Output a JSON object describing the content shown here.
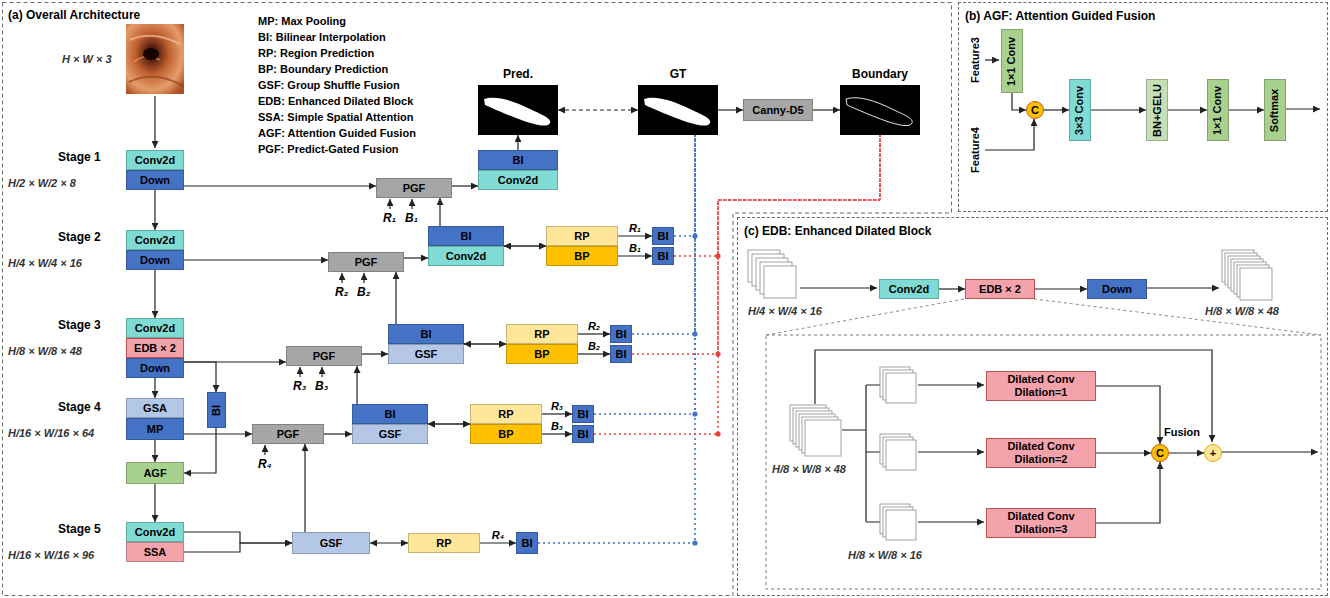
{
  "diagram": {
    "nodes": [
      {
        "text": [
          "(a) Overall Architecture"
        ]
      },
      {
        "text": [
          "Pred."
        ],
        "in": 0
      },
      {
        "text": [
          "GT"
        ],
        "in": 0
      },
      {
        "text": [
          "Canny-D5"
        ],
        "in": 0
      },
      {
        "text": [
          "Boundary"
        ],
        "in": 0
      },
      {
        "text": [
          "Conv2d"
        ],
        "in": 0
      },
      {
        "text": [
          "Down"
        ],
        "in": 0
      },
      {
        "text": [
          "PGF"
        ],
        "in": 0
      },
      {
        "text": [
          "BI"
        ],
        "in": 0
      },
      {
        "text": [
          "Conv2d"
        ],
        "in": 0
      },
      {
        "text": [
          "Conv2d"
        ],
        "in": 0
      },
      {
        "text": [
          "Down"
        ],
        "in": 0
      },
      {
        "text": [
          "PGF"
        ],
        "in": 0
      },
      {
        "text": [
          "BI"
        ],
        "in": 0
      },
      {
        "text": [
          "Conv2d"
        ],
        "in": 0
      },
      {
        "text": [
          "RP"
        ],
        "in": 0
      },
      {
        "text": [
          "BP"
        ],
        "in": 0
      },
      {
        "text": [
          "BI"
        ],
        "in": 0
      },
      {
        "text": [
          "BI"
        ],
        "in": 0
      },
      {
        "text": [
          "Conv2d"
        ],
        "in": 0
      },
      {
        "text": [
          "EDB × 2"
        ],
        "in": 0
      },
      {
        "text": [
          "Down"
        ],
        "in": 0
      },
      {
        "text": [
          "PGF"
        ],
        "in": 0
      },
      {
        "text": [
          "BI"
        ],
        "in": 0
      },
      {
        "text": [
          "GSF"
        ],
        "in": 0
      },
      {
        "text": [
          "RP"
        ],
        "in": 0
      },
      {
        "text": [
          "BP"
        ],
        "in": 0
      },
      {
        "text": [
          "BI"
        ],
        "in": 0
      },
      {
        "text": [
          "BI"
        ],
        "in": 0
      },
      {
        "text": [
          "GSA"
        ],
        "in": 0
      },
      {
        "text": [
          "MP"
        ],
        "in": 0
      },
      {
        "text": [
          "BI"
        ],
        "in": 0
      },
      {
        "text": [
          "PGF"
        ],
        "in": 0
      },
      {
        "text": [
          "BI"
        ],
        "in": 0
      },
      {
        "text": [
          "GSF"
        ],
        "in": 0
      },
      {
        "text": [
          "RP"
        ],
        "in": 0
      },
      {
        "text": [
          "BP"
        ],
        "in": 0
      },
      {
        "text": [
          "BI"
        ],
        "in": 0
      },
      {
        "text": [
          "BI"
        ],
        "in": 0
      },
      {
        "text": [
          "AGF"
        ],
        "in": 0
      },
      {
        "text": [
          "Conv2d"
        ],
        "in": 0
      },
      {
        "text": [
          "SSA"
        ],
        "in": 0
      },
      {
        "text": [
          "GSF"
        ],
        "in": 0
      },
      {
        "text": [
          "RP"
        ],
        "in": 0
      },
      {
        "text": [
          "BI"
        ],
        "in": 0
      },
      {
        "text": [
          "(b) AGF: Attention Guided Fusion"
        ]
      },
      {
        "text": [
          "1×1 Conv"
        ],
        "in": 45
      },
      {
        "text": [
          "C"
        ],
        "in": 45
      },
      {
        "text": [
          "3×3 Conv"
        ],
        "in": 45
      },
      {
        "text": [
          "BN+GELU"
        ],
        "in": 45
      },
      {
        "text": [
          "1×1 Conv"
        ],
        "in": 45
      },
      {
        "text": [
          "Softmax"
        ],
        "in": 45
      },
      {
        "text": [
          "(c) EDB: Enhanced Dilated Block"
        ]
      },
      {
        "text": [
          "Conv2d"
        ],
        "in": 52
      },
      {
        "text": [
          "EDB × 2"
        ],
        "in": 52
      },
      {
        "text": [
          "Down"
        ],
        "in": 52
      },
      {
        "text": [
          "Dilated Conv Dilation=1"
        ],
        "in": 52
      },
      {
        "text": [
          "Dilated Conv Dilation=2"
        ],
        "in": 52
      },
      {
        "text": [
          "Dilated Conv Dilation=3"
        ],
        "in": 52
      },
      {
        "text": [
          "C"
        ],
        "in": 52
      },
      {
        "text": [
          "+"
        ],
        "in": 52
      }
    ],
    "edges": [
      {
        "from": 6,
        "to": 10,
        "arrow": "to"
      },
      {
        "from": 11,
        "to": 19,
        "arrow": "to"
      },
      {
        "from": 21,
        "to": 29,
        "arrow": "to"
      },
      {
        "from": 21,
        "to": 31,
        "arrow": "to"
      },
      {
        "from": 30,
        "to": 39,
        "arrow": "to"
      },
      {
        "from": 31,
        "to": 39,
        "arrow": "to"
      },
      {
        "from": 39,
        "to": 40,
        "arrow": "to"
      },
      {
        "from": 6,
        "to": 7,
        "arrow": "to"
      },
      {
        "from": 11,
        "to": 12,
        "arrow": "to"
      },
      {
        "from": 21,
        "to": 22,
        "arrow": "to"
      },
      {
        "from": 30,
        "to": 32,
        "arrow": "to"
      },
      {
        "from": 40,
        "to": 42,
        "arrow": "to"
      },
      {
        "from": 41,
        "to": 42,
        "arrow": "to"
      },
      {
        "from": 42,
        "to": 32,
        "arrow": "to"
      },
      {
        "from": 32,
        "to": 34,
        "arrow": "to"
      },
      {
        "from": 33,
        "to": 22,
        "arrow": "to"
      },
      {
        "from": 22,
        "to": 24,
        "arrow": "to"
      },
      {
        "from": 23,
        "to": 12,
        "arrow": "to"
      },
      {
        "from": 12,
        "to": 14,
        "arrow": "to"
      },
      {
        "from": 13,
        "to": 7,
        "arrow": "to"
      },
      {
        "from": 7,
        "to": 9,
        "arrow": "to"
      },
      {
        "from": 8,
        "to": 1,
        "arrow": "to"
      },
      {
        "from": 1,
        "to": 2,
        "arrow": "both"
      },
      {
        "from": 2,
        "to": 3,
        "arrow": "to"
      },
      {
        "from": 3,
        "to": 4,
        "arrow": "to"
      },
      {
        "from": 14,
        "to": 15,
        "arrow": "both"
      },
      {
        "from": 14,
        "to": 16,
        "arrow": "both"
      },
      {
        "from": 15,
        "to": 17,
        "label": "R₁",
        "arrow": "to"
      },
      {
        "from": 16,
        "to": 18,
        "label": "B₁",
        "arrow": "to"
      },
      {
        "from": 24,
        "to": 25,
        "arrow": "both"
      },
      {
        "from": 24,
        "to": 26,
        "arrow": "both"
      },
      {
        "from": 25,
        "to": 27,
        "label": "R₂",
        "arrow": "to"
      },
      {
        "from": 26,
        "to": 28,
        "label": "B₂",
        "arrow": "to"
      },
      {
        "from": 34,
        "to": 35,
        "arrow": "both"
      },
      {
        "from": 34,
        "to": 36,
        "arrow": "both"
      },
      {
        "from": 35,
        "to": 37,
        "label": "R₃",
        "arrow": "to"
      },
      {
        "from": 36,
        "to": 38,
        "label": "B₃",
        "arrow": "to"
      },
      {
        "from": 42,
        "to": 43,
        "arrow": "both"
      },
      {
        "from": 43,
        "to": 44,
        "label": "R₄",
        "arrow": "to"
      },
      {
        "from": 17,
        "to": 2,
        "arrow": "none"
      },
      {
        "from": 27,
        "to": 2,
        "arrow": "none"
      },
      {
        "from": 37,
        "to": 2,
        "arrow": "none"
      },
      {
        "from": 44,
        "to": 2,
        "arrow": "none"
      },
      {
        "from": 18,
        "to": 4,
        "arrow": "none"
      },
      {
        "from": 28,
        "to": 4,
        "arrow": "none"
      },
      {
        "from": 38,
        "to": 4,
        "arrow": "none"
      },
      {
        "from": 46,
        "to": 47,
        "arrow": "to"
      },
      {
        "from": 47,
        "to": 48,
        "arrow": "to"
      },
      {
        "from": 48,
        "to": 49,
        "arrow": "to"
      },
      {
        "from": 49,
        "to": 50,
        "arrow": "to"
      },
      {
        "from": 50,
        "to": 51,
        "arrow": "to"
      },
      {
        "from": 53,
        "to": 54,
        "arrow": "to"
      },
      {
        "from": 54,
        "to": 55,
        "arrow": "to"
      },
      {
        "from": 56,
        "to": 59,
        "arrow": "to"
      },
      {
        "from": 57,
        "to": 59,
        "arrow": "to"
      },
      {
        "from": 58,
        "to": 59,
        "arrow": "to"
      },
      {
        "from": 59,
        "to": 60,
        "arrow": "to"
      }
    ],
    "labels": [
      "H × W × 3",
      "MP: Max Pooling",
      "BI: Bilinear Interpolation",
      "RP: Region Prediction",
      "BP: Boundary Prediction",
      "GSF: Group Shuffle Fusion",
      "EDB: Enhanced Dilated Block",
      "SSA: Simple Spatial Attention",
      "AGF: Attention Guided Fusion",
      "PGF: Predict-Gated Fusion",
      "Stage 1",
      "H/2 × W/2 × 8",
      "Stage 2",
      "H/4 × W/4 × 16",
      "Stage 3",
      "H/8 × W/8 × 48",
      "Stage 4",
      "H/16 × W/16 × 64",
      "Stage 5",
      "H/16 × W/16 × 96",
      "R₁",
      "B₁",
      "R₂",
      "B₂",
      "R₃",
      "B₃",
      "R₄",
      "Feature3",
      "Feature4",
      "H/4 × W/4 × 16",
      "H/8 × W/8 × 48",
      "H/8 × W/8 × 48",
      "H/8 × W/8 × 16",
      "Fusion"
    ]
  }
}
